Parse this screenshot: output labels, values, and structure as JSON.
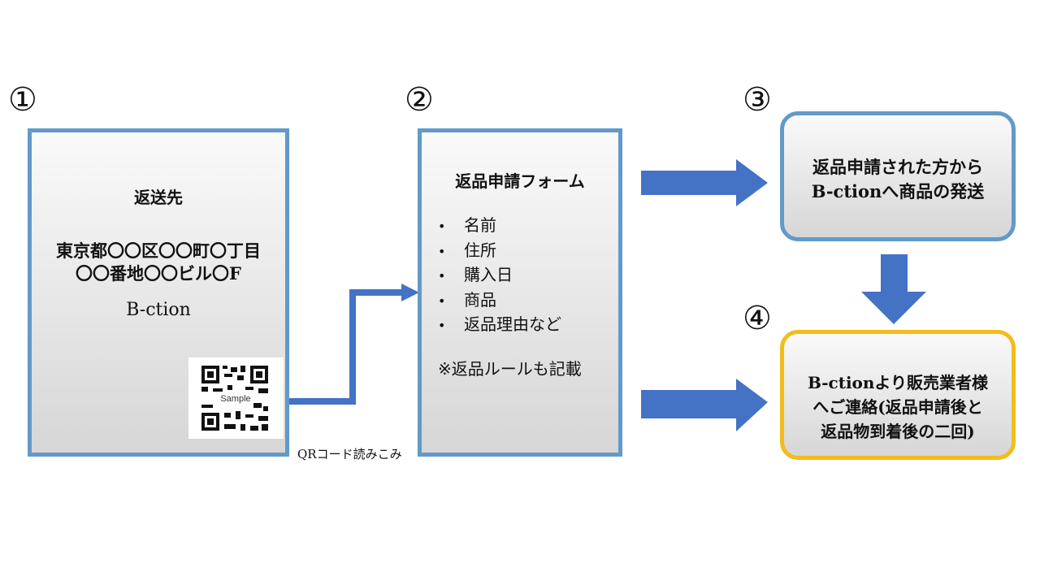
{
  "steps": [
    {
      "number": "①",
      "title": "返送先",
      "address_line1": "東京都〇〇区〇〇町〇丁目",
      "address_line2": "〇〇番地〇〇ビル〇F",
      "company": "B-ction",
      "qr_label": "Sample"
    },
    {
      "number": "②",
      "title": "返品申請フォーム",
      "items": [
        "名前",
        "住所",
        "購入日",
        "商品",
        "返品理由など"
      ],
      "note": "※返品ルールも記載"
    },
    {
      "number": "③",
      "line1": "返品申請された方から",
      "line2": "B-ctionへ商品の発送"
    },
    {
      "number": "④",
      "line1": "B-ctionより販売業者様",
      "line2": "へご連絡(返品申請後と",
      "line3": "返品物到着後の二回)"
    }
  ],
  "connector_label": "QRコード読みこみ",
  "colors": {
    "box_border": "#6399c9",
    "highlight_border": "#f2bc1b",
    "arrow": "#4472c4"
  }
}
